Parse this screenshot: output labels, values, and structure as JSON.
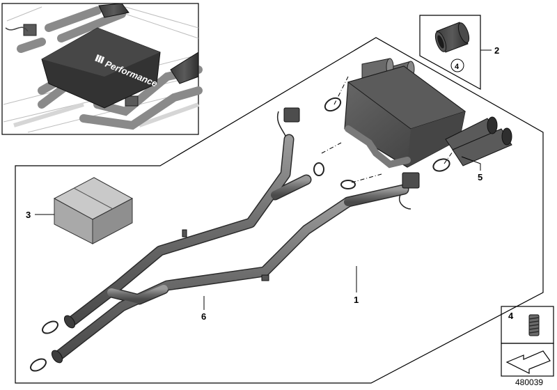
{
  "inset": {
    "logo_text": "Performance"
  },
  "callouts": {
    "c1": "1",
    "c2": "2",
    "c3": "3",
    "c4_tip": "4",
    "c4_legend": "4",
    "c5": "5",
    "c6": "6"
  },
  "document_number": "480039",
  "icons": [
    "exhaust-system",
    "muffler",
    "tailpipe-tip",
    "clamp",
    "flap-actuator",
    "package-box",
    "screw-plug",
    "arrow-mark"
  ]
}
